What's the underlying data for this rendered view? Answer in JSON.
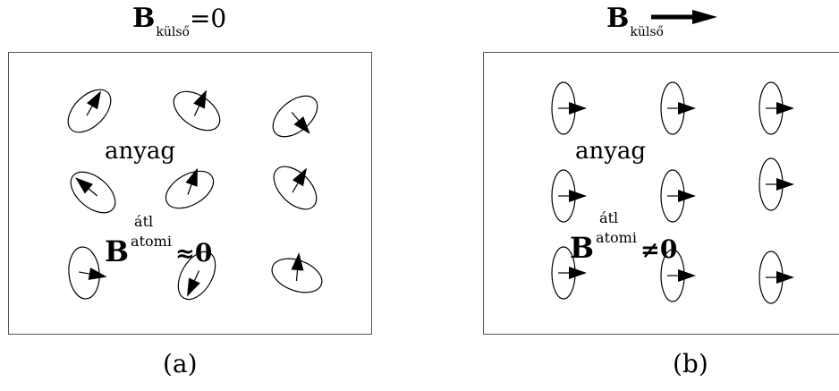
{
  "panel_a": {
    "title_symbol": "B",
    "title_subscript": "külső",
    "title_eq": "=0",
    "material_label": "anyag",
    "avg_symbol": "B",
    "avg_superscript": "átl",
    "avg_subscript": "atomi",
    "avg_relation": "≈",
    "avg_value": "0",
    "caption": "(a)",
    "arrow_angles_deg": [
      -60,
      -65,
      50,
      -140,
      -70,
      -60,
      10,
      115,
      -85
    ]
  },
  "panel_b": {
    "title_symbol": "B",
    "title_subscript": "külső",
    "material_label": "anyag",
    "avg_symbol": "B",
    "avg_superscript": "átl",
    "avg_subscript": "atomi",
    "avg_relation": "≠",
    "avg_value": "0",
    "caption": "(b)",
    "arrow_angles_deg": [
      0,
      0,
      0,
      0,
      0,
      0,
      0,
      0,
      0
    ]
  }
}
